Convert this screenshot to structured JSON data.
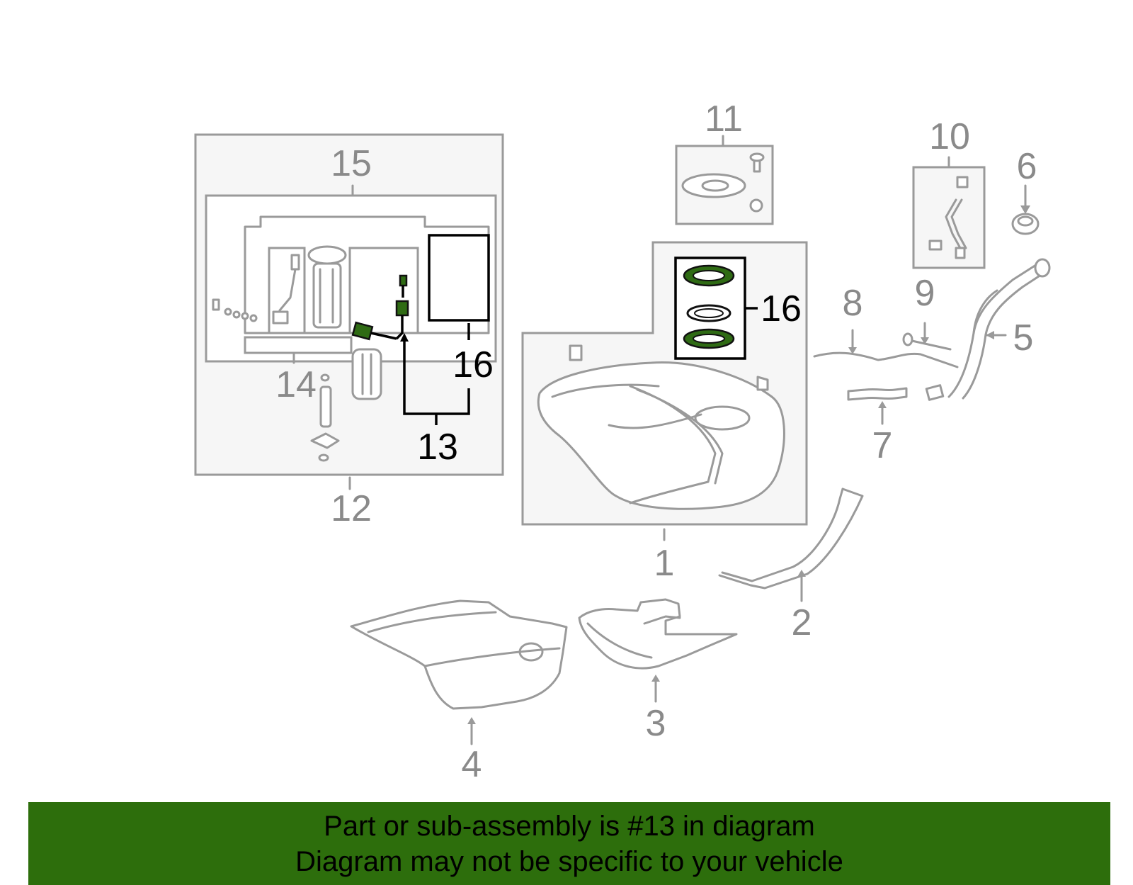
{
  "diagram": {
    "callouts": {
      "c1": "1",
      "c2": "2",
      "c3": "3",
      "c4": "4",
      "c5": "5",
      "c6": "6",
      "c7": "7",
      "c8": "8",
      "c9": "9",
      "c10": "10",
      "c11": "11",
      "c12": "12",
      "c13": "13",
      "c14": "14",
      "c15": "15",
      "c16a": "16",
      "c16b": "16"
    },
    "highlighted_part": "13",
    "colors": {
      "line_gray": "#9a9a9a",
      "box_fill": "#f5f5f5",
      "highlight_green": "#2f6b14",
      "highlight_line": "#000000"
    }
  },
  "banner": {
    "line1": "Part or sub-assembly is #13 in diagram",
    "line2": "Diagram may not be specific to your vehicle",
    "background": "#2d6e0c"
  }
}
